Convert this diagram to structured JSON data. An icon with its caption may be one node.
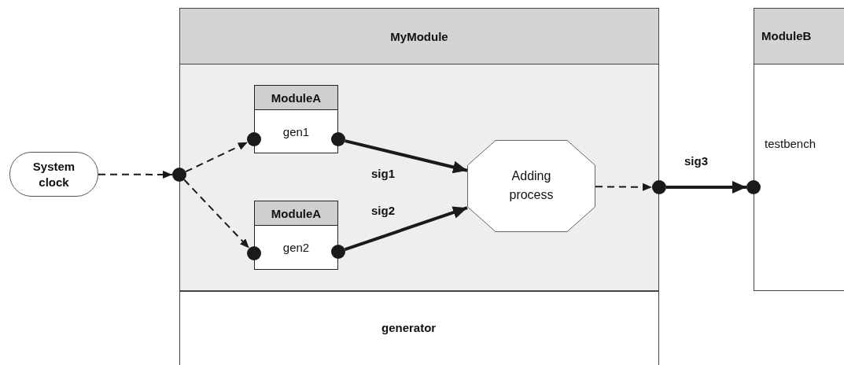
{
  "diagram": {
    "nodes": [
      {
        "text": [
          "System clock"
        ]
      },
      {
        "text": [
          "MyModule",
          "generator"
        ]
      },
      {
        "text": [],
        "shape": "circle"
      },
      {
        "text": [
          "ModuleA",
          "gen1"
        ],
        "in": 1
      },
      {
        "text": [],
        "shape": "circle",
        "in": 1
      },
      {
        "text": [],
        "shape": "circle",
        "in": 1
      },
      {
        "text": [
          "ModuleA",
          "gen2"
        ],
        "in": 1
      },
      {
        "text": [],
        "shape": "circle",
        "in": 1
      },
      {
        "text": [],
        "shape": "circle",
        "in": 1
      },
      {
        "text": [
          "Adding process"
        ],
        "in": 1
      },
      {
        "text": [],
        "shape": "circle"
      },
      {
        "text": [
          "ModuleB",
          "testbench"
        ]
      },
      {
        "text": [],
        "shape": "circle"
      }
    ],
    "edges": [
      {
        "from": 0,
        "to": 2,
        "arrow": "to",
        "style": "dashed"
      },
      {
        "from": 2,
        "to": 4,
        "arrow": "to",
        "style": "dashed"
      },
      {
        "from": 2,
        "to": 7,
        "arrow": "to",
        "style": "dashed"
      },
      {
        "from": 5,
        "to": 9,
        "arrow": "to",
        "style": "thick",
        "label": "sig1"
      },
      {
        "from": 8,
        "to": 9,
        "arrow": "to",
        "style": "thick",
        "label": "sig2"
      },
      {
        "from": 9,
        "to": 10,
        "arrow": "to",
        "style": "dashed"
      },
      {
        "from": 10,
        "to": 12,
        "arrow": "to",
        "style": "thick",
        "label": "sig3"
      }
    ]
  }
}
